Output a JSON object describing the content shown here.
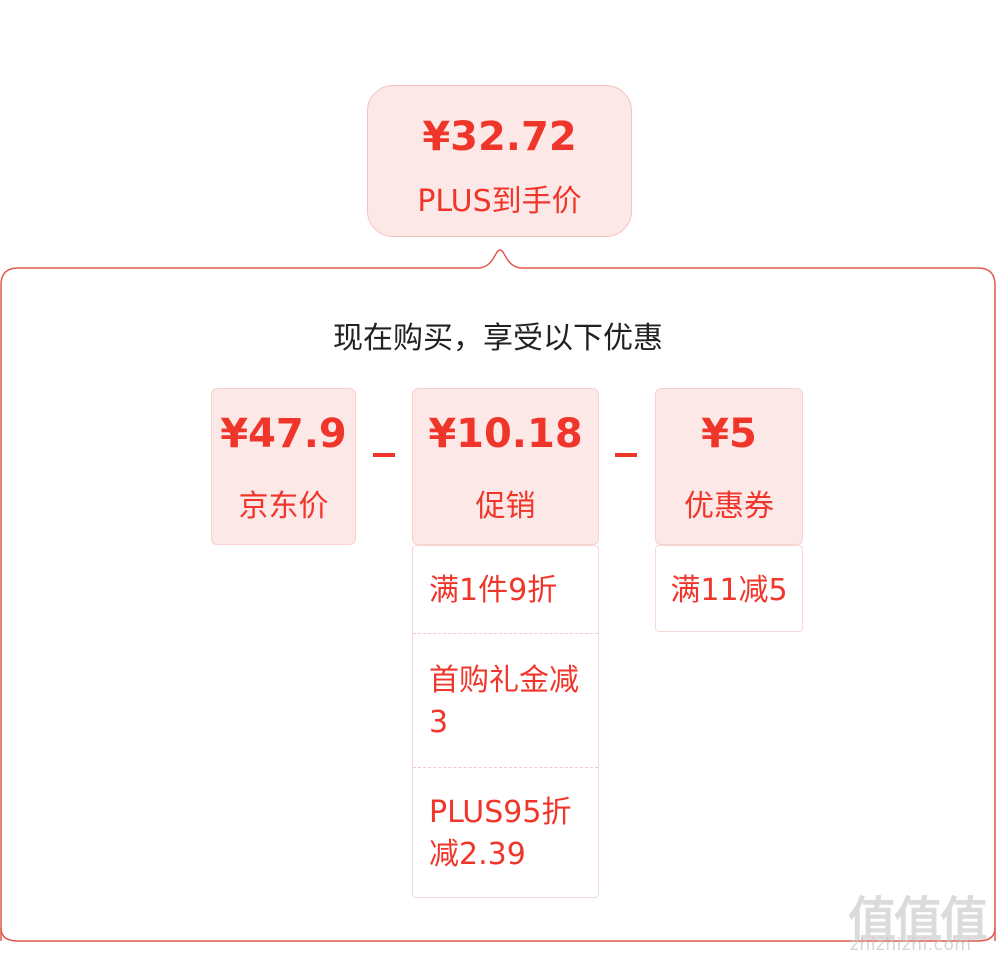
{
  "summary": {
    "price": "¥32.72",
    "label": "PLUS到手价"
  },
  "headline": "现在购买，享受以下优惠",
  "cards": [
    {
      "price": "¥47.9",
      "label": "京东价"
    },
    {
      "price": "¥10.18",
      "label": "促销"
    },
    {
      "price": "¥5",
      "label": "优惠券"
    }
  ],
  "promotions": [
    {
      "text": "满1件9折"
    },
    {
      "text": "首购礼金减3"
    },
    {
      "text": "PLUS95折减2.39"
    }
  ],
  "coupons": [
    {
      "text": "满11减5"
    }
  ],
  "watermark": {
    "glyphs": "值值值",
    "url": "zhizhizhi.com"
  },
  "colors": {
    "accent": "#f0362a",
    "card_bg": "#fde8e8",
    "panel_border": "#e05a4e"
  }
}
